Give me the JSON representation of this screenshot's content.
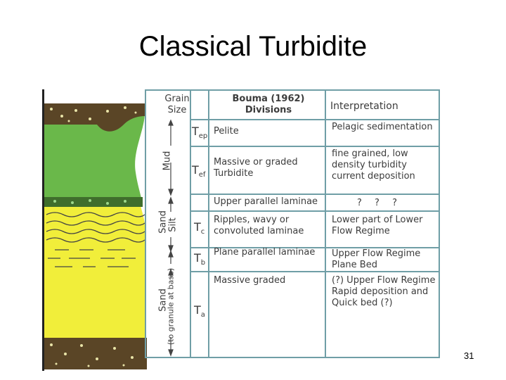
{
  "title": "Classical Turbidite",
  "page_number": "31",
  "table": {
    "col_grain": "Grain Size",
    "col_bouma": "Bouma (1962) Divisions",
    "col_interp": "Interpretation",
    "grain_mud": "Mud",
    "grain_silt": "Silt",
    "grain_sand_top": "Sand",
    "grain_sand": "Sand",
    "grain_sand_note": "(to granule at base)",
    "rows": [
      {
        "symbol": "T",
        "sub": "ep",
        "label": "Pelite",
        "interp": "Pelagic sedimentation"
      },
      {
        "symbol": "T",
        "sub": "ef",
        "label": "Massive or graded Turbidite",
        "interp": "fine grained, low density turbidity current deposition"
      },
      {
        "symbol": "",
        "sub": "",
        "label": "Upper parallel laminae",
        "interp": "? ? ?"
      },
      {
        "symbol": "T",
        "sub": "c",
        "label": "Ripples, wavy or convoluted laminae",
        "interp": "Lower part of Lower Flow Regime"
      },
      {
        "symbol": "T",
        "sub": "b",
        "label": "Plane parallel laminae",
        "interp": "Upper Flow Regime Plane Bed"
      },
      {
        "symbol": "T",
        "sub": "a",
        "label": "Massive graded",
        "interp": "(?) Upper Flow Regime Rapid deposition and Quick bed (?)"
      }
    ]
  },
  "colors": {
    "mud": "#6ab84a",
    "sand": "#f1ee3a",
    "gravel": "#5a4526",
    "line": "#6f9ea6"
  }
}
